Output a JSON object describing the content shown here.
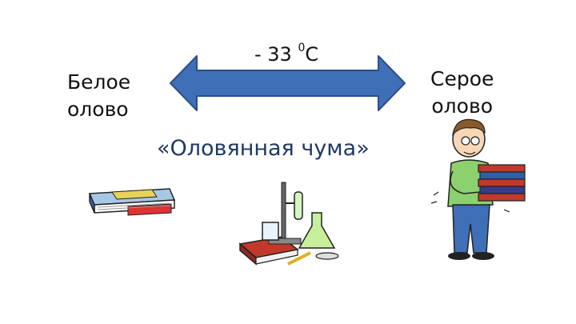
{
  "left_label": {
    "line1": "Белое",
    "line2": "олово"
  },
  "right_label": {
    "line1": "Серое",
    "line2": "олово"
  },
  "temperature": {
    "value": "- 33 ",
    "degree": "0",
    "unit": "C"
  },
  "caption": "«Оловянная чума»",
  "colors": {
    "arrow_fill": "#3f6fb6",
    "arrow_stroke": "#2a4f8a",
    "caption": "#1f3864"
  }
}
